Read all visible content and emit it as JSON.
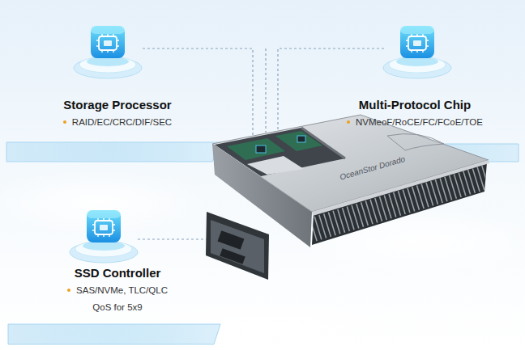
{
  "diagram": {
    "nodes": [
      {
        "text": [
          "Storage Processor",
          "RAID/EC/CRC/DIF/SEC"
        ]
      },
      {
        "text": [
          "Multi-Protocol Chip",
          "NVMeoF/RoCE/FC/FCoE/TOE"
        ]
      },
      {
        "text": [
          "SSD Controller",
          "SAS/NVMe, TLC/QLC",
          "QoS for 5x9"
        ]
      }
    ],
    "labels": [
      "OceanStor Dorado"
    ]
  }
}
